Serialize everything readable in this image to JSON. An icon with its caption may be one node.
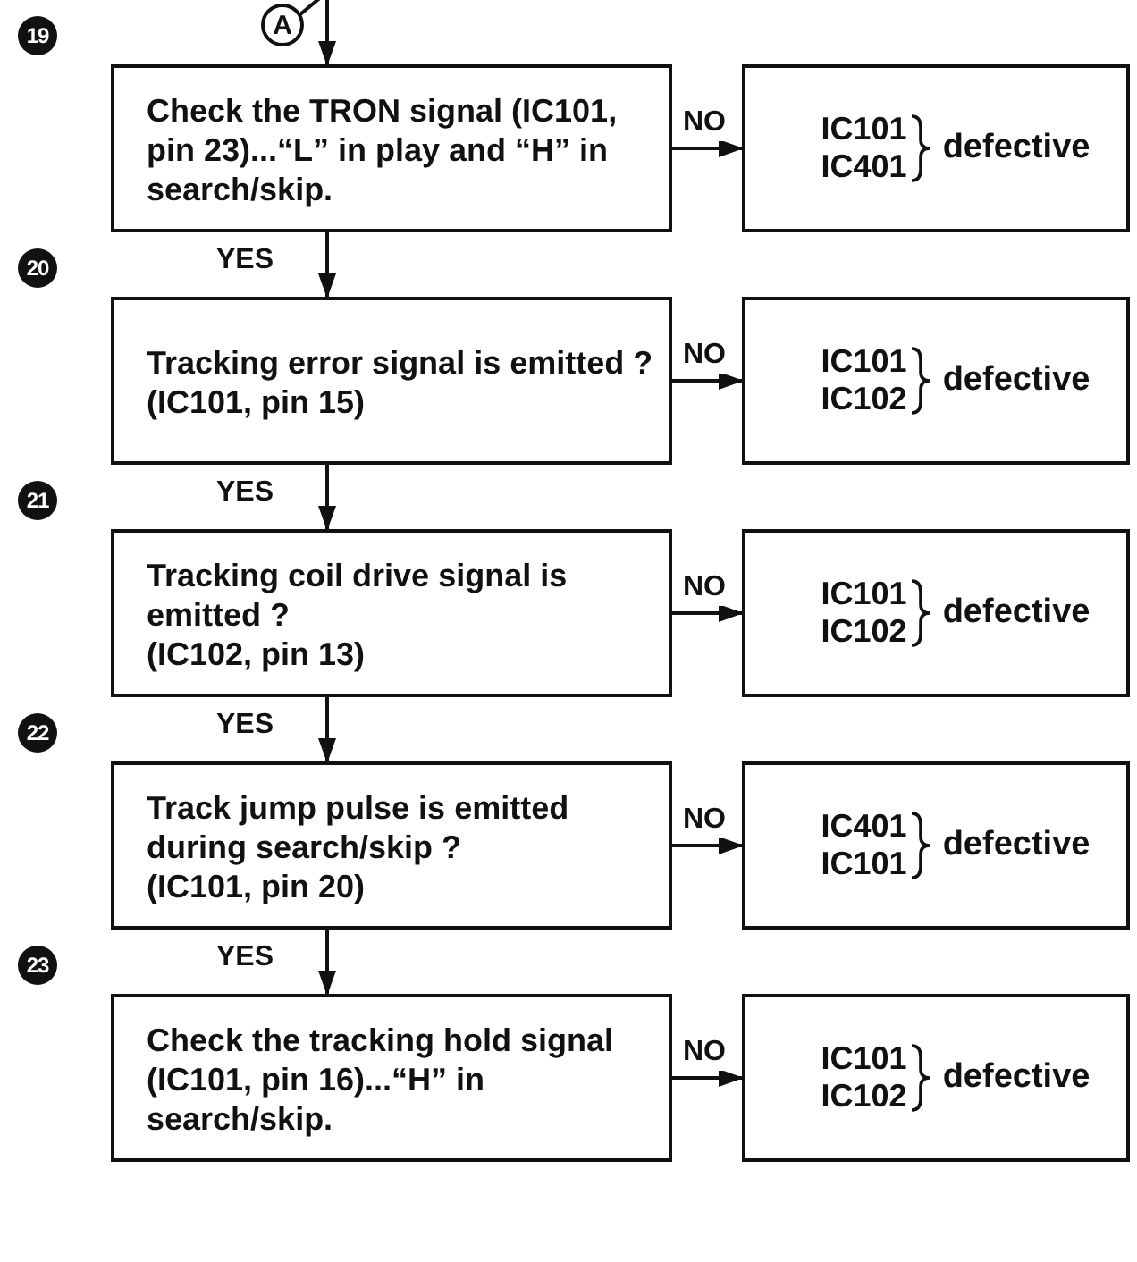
{
  "diagram": {
    "nodes": [
      {
        "text": [
          "Check the TRON signal (IC101, pin 23)...“L” in play and “H” in search/skip."
        ],
        "beside": [
          "19"
        ]
      },
      {
        "text": [
          "Tracking error signal is emitted ?",
          "(IC101, pin 15)"
        ],
        "beside": [
          "20"
        ]
      },
      {
        "text": [
          "Tracking coil drive signal is emitted ?",
          "(IC102, pin 13)"
        ],
        "beside": [
          "21"
        ]
      },
      {
        "text": [
          "Track jump pulse is emitted during search/skip ?",
          "(IC101, pin 20)"
        ],
        "beside": [
          "22"
        ]
      },
      {
        "text": [
          "Check the tracking hold signal (IC101, pin 16)...“H” in search/skip."
        ],
        "beside": [
          "23"
        ]
      },
      {
        "text": [
          "IC101",
          "IC401",
          "defective"
        ]
      },
      {
        "text": [
          "IC101",
          "IC102",
          "defective"
        ]
      },
      {
        "text": [
          "IC101",
          "IC102",
          "defective"
        ]
      },
      {
        "text": [
          "IC401",
          "IC101",
          "defective"
        ]
      },
      {
        "text": [
          "IC101",
          "IC102",
          "defective"
        ]
      },
      {
        "text": [
          "A"
        ]
      }
    ],
    "edges": [
      {
        "from": null,
        "to": 0,
        "arrow": "to"
      },
      {
        "from": 0,
        "to": 1,
        "arrow": "to",
        "label": "YES"
      },
      {
        "from": 1,
        "to": 2,
        "arrow": "to",
        "label": "YES"
      },
      {
        "from": 2,
        "to": 3,
        "arrow": "to",
        "label": "YES"
      },
      {
        "from": 3,
        "to": 4,
        "arrow": "to",
        "label": "YES"
      },
      {
        "from": 0,
        "to": 5,
        "arrow": "to",
        "label": "NO"
      },
      {
        "from": 1,
        "to": 6,
        "arrow": "to",
        "label": "NO"
      },
      {
        "from": 2,
        "to": 7,
        "arrow": "to",
        "label": "NO"
      },
      {
        "from": 3,
        "to": 8,
        "arrow": "to",
        "label": "NO"
      },
      {
        "from": 4,
        "to": 9,
        "arrow": "to",
        "label": "NO"
      },
      {
        "from": 10,
        "to": null,
        "arrow": "none"
      }
    ]
  }
}
